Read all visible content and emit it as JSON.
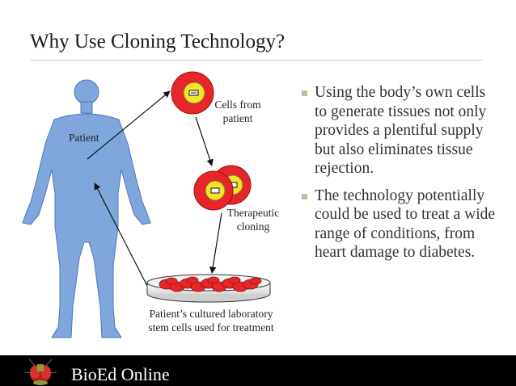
{
  "slide": {
    "title": "Why Use Cloning Technology?"
  },
  "diagram": {
    "label_patient": "Patient",
    "label_cells_line1": "Cells from",
    "label_cells_line2": "patient",
    "label_therapeutic_line1": "Therapeutic",
    "label_therapeutic_line2": "cloning",
    "label_cultured_line1": "Patient’s cultured laboratory",
    "label_cultured_line2": "stem cells used for treatment"
  },
  "bullets": [
    "Using the body’s own cells to generate tissues not only provides a plentiful supply but also eliminates tissue rejection.",
    "The technology potentially could be used to treat a wide range of conditions, from heart damage to diabetes."
  ],
  "footer": {
    "brand": "BioEd Online"
  },
  "colors": {
    "body_fill": "#7fa6dd",
    "cell_red": "#e6262b",
    "nucleus_yellow": "#f4e22f",
    "footer_bg": "#000000",
    "bullet_marker": "#c8b99a"
  },
  "icons": {
    "footer_logo": "bioed-fly-logo-icon"
  }
}
